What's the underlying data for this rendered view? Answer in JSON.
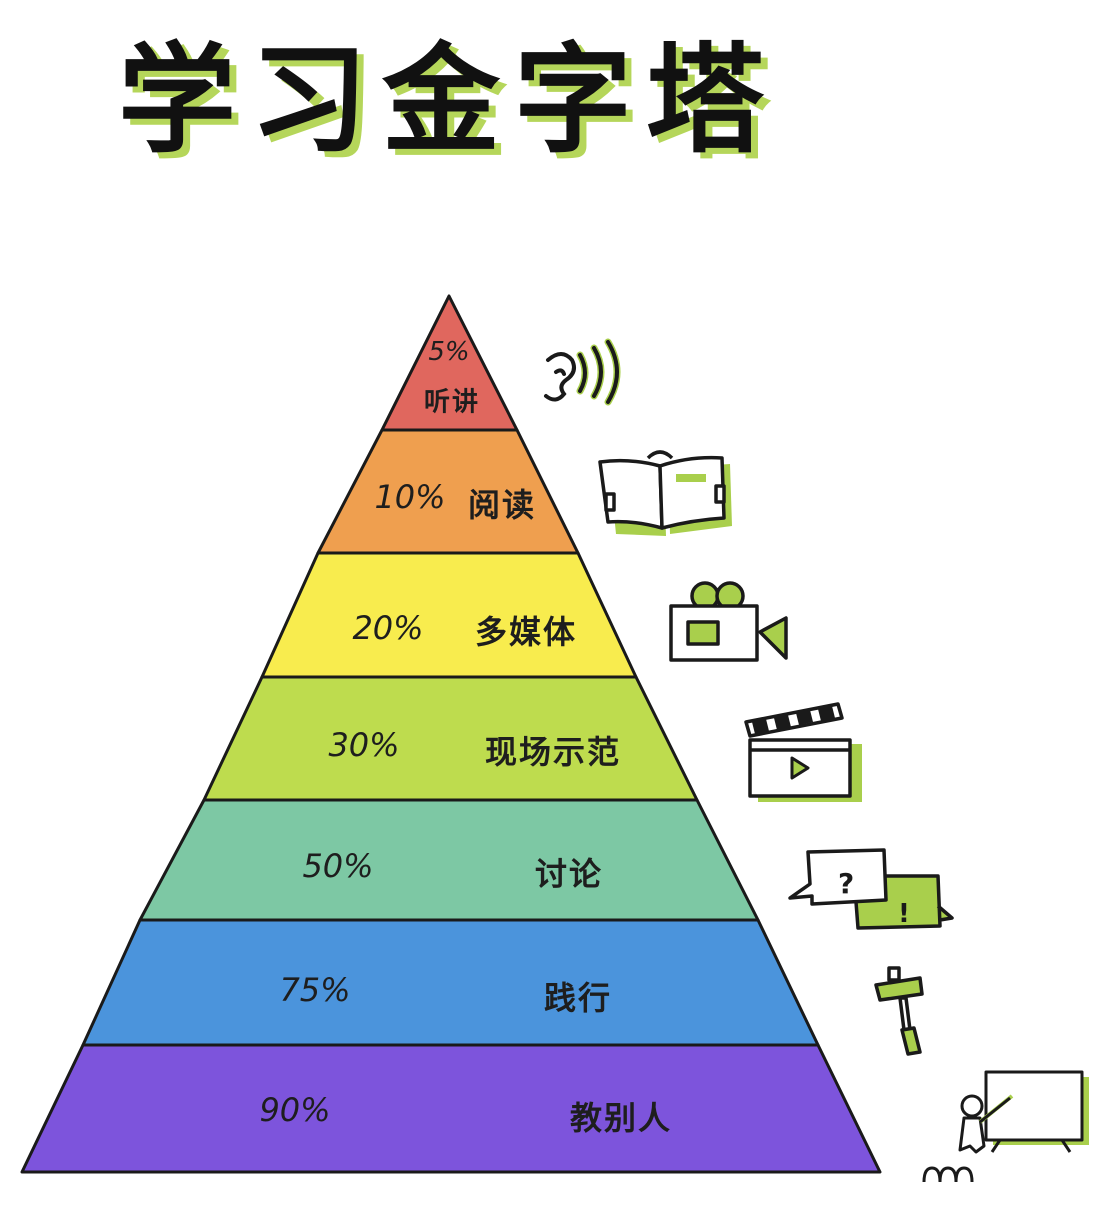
{
  "title": "学习金字塔",
  "colors": {
    "outline": "#1a1a1a",
    "accent_green": "#a9cf4c",
    "title_shadow": "#b5d65a"
  },
  "layers": [
    {
      "percent": "5%",
      "label": "听讲",
      "method": "listening",
      "color": "#e0675e",
      "icon": "ear-sound-icon"
    },
    {
      "percent": "10%",
      "label": "阅读",
      "method": "reading",
      "color": "#ef9f4f",
      "icon": "open-book-icon"
    },
    {
      "percent": "20%",
      "label": "多媒体",
      "method": "multimedia",
      "color": "#f8ec4e",
      "icon": "video-camera-icon"
    },
    {
      "percent": "30%",
      "label": "现场示范",
      "method": "demonstration",
      "color": "#bedc4e",
      "icon": "clapperboard-icon"
    },
    {
      "percent": "50%",
      "label": "讨论",
      "method": "discussion",
      "color": "#7dc8a4",
      "icon": "speech-bubbles-icon"
    },
    {
      "percent": "75%",
      "label": "践行",
      "method": "practice",
      "color": "#4b94dc",
      "icon": "hammer-icon"
    },
    {
      "percent": "90%",
      "label": "教别人",
      "method": "teaching others",
      "color": "#7d54dc",
      "icon": "teacher-whiteboard-icon"
    }
  ],
  "chart_data": {
    "type": "pyramid",
    "title": "学习金字塔",
    "categories": [
      "听讲",
      "阅读",
      "多媒体",
      "现场示范",
      "讨论",
      "践行",
      "教别人"
    ],
    "values": [
      5,
      10,
      20,
      30,
      50,
      75,
      90
    ],
    "unit": "%",
    "order": "top-to-bottom"
  }
}
